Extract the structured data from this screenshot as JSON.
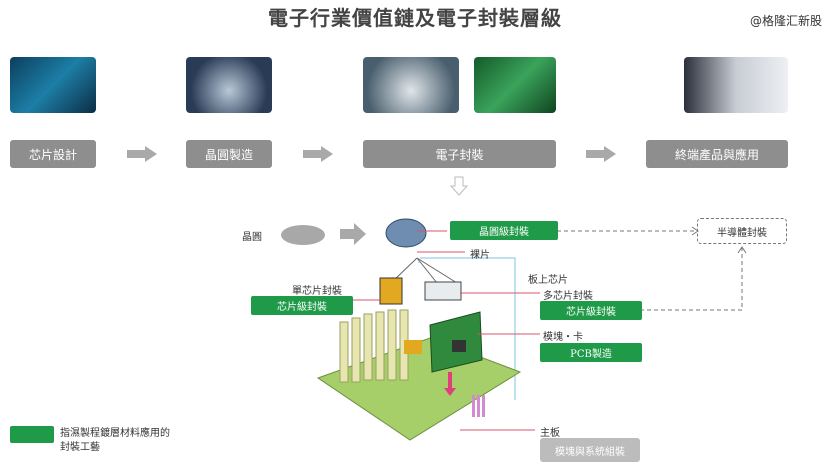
{
  "title": "電子行業價值鏈及電子封裝層級",
  "watermark": "@格隆汇新股",
  "stages": [
    "芯片設計",
    "晶圓製造",
    "電子封裝",
    "終端產品與應用"
  ],
  "diagram": {
    "wafer": "晶圓",
    "wafer_level": "晶圓級封裝",
    "bare_die": "裸片",
    "semi_pkg": "半導體封裝",
    "single_chip": "單芯片封裝",
    "chip_level_left": "芯片級封裝",
    "chip_on_board": "板上芯片",
    "multi_chip": "多芯片封裝",
    "chip_level_right": "芯片級封裝",
    "module_card": "模塊・卡",
    "pcb": "PCB製造",
    "motherboard": "主板",
    "system_assembly": "模塊與系統組裝"
  },
  "legend": {
    "line1": "指濕製程鍍層材料應用的",
    "line2": "封裝工藝",
    "color": "#1f9a48"
  }
}
